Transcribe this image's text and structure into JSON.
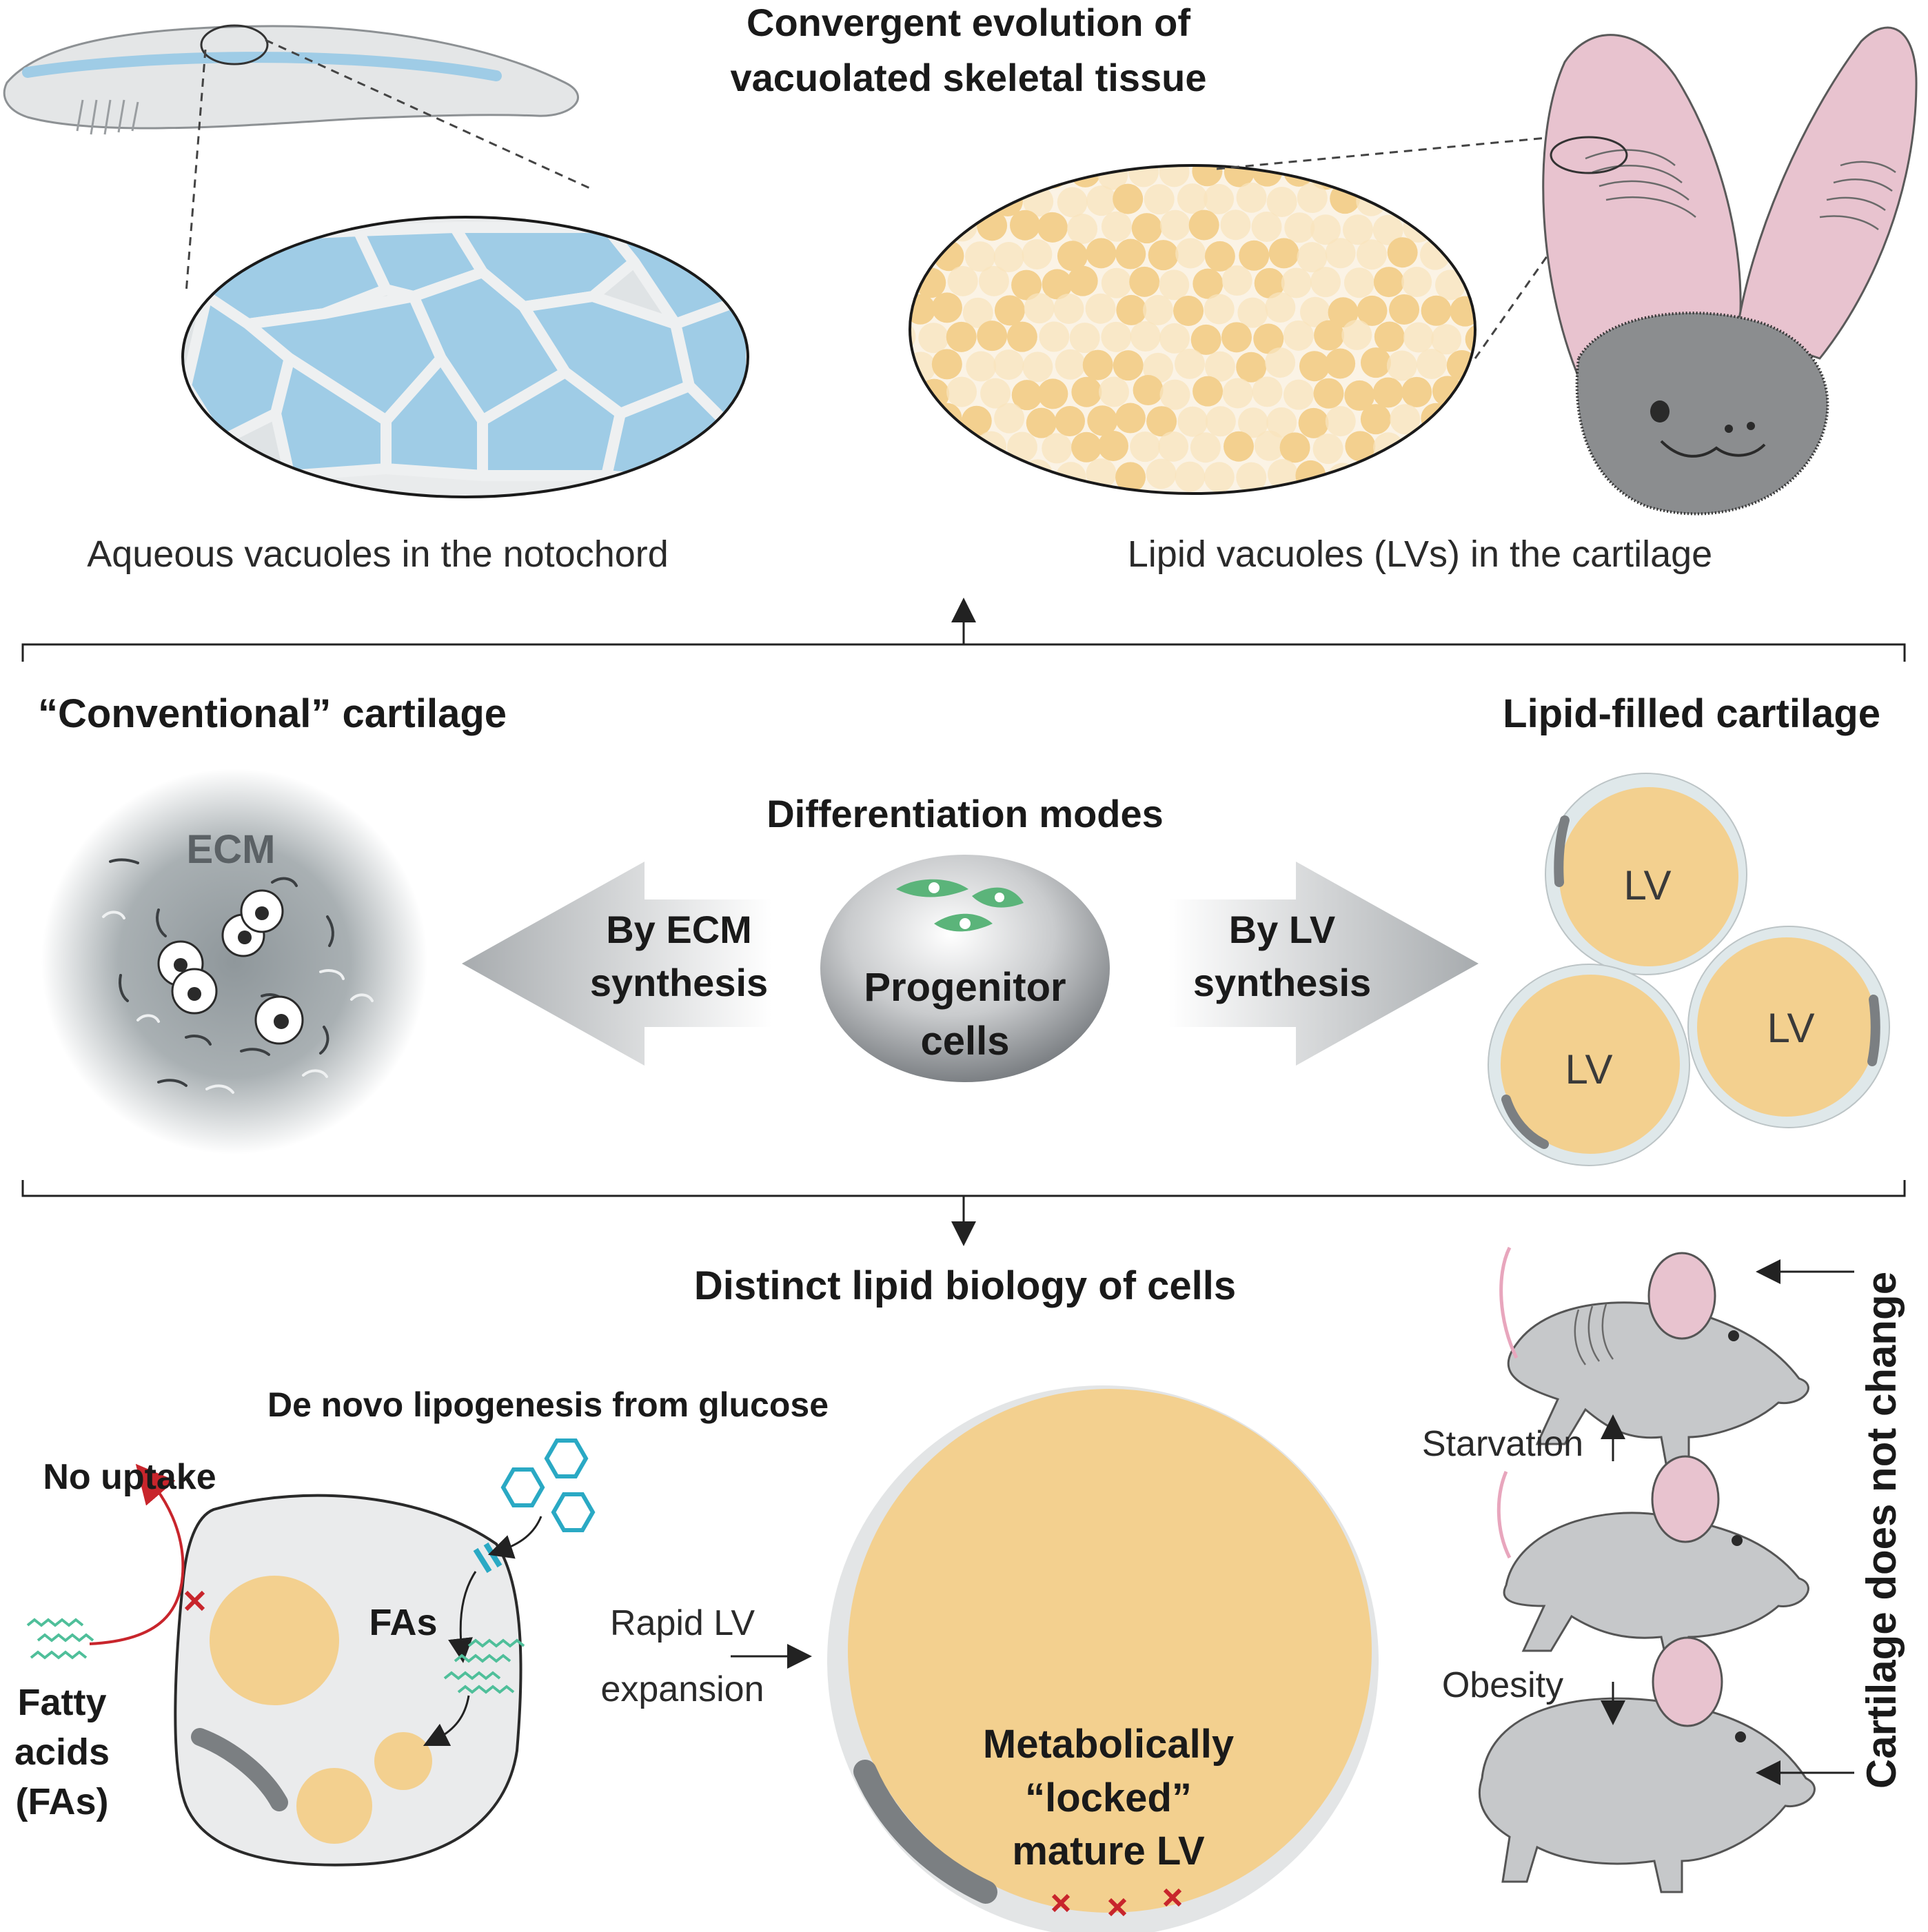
{
  "title": {
    "line1": "Convergent evolution of",
    "line2": "vacuolated skeletal tissue"
  },
  "top_panel": {
    "notochord_caption": "Aqueous vacuoles in the notochord",
    "cartilage_caption": "Lipid vacuoles (LVs) in the cartilage"
  },
  "middle_panel": {
    "left_heading": "“Conventional” cartilage",
    "right_heading": "Lipid-filled cartilage",
    "center_heading": "Differentiation modes",
    "ecm_label": "ECM",
    "left_arrow": {
      "line1": "By ECM",
      "line2": "synthesis"
    },
    "right_arrow": {
      "line1": "By LV",
      "line2": "synthesis"
    },
    "progenitor": {
      "line1": "Progenitor",
      "line2": "cells"
    },
    "lv_labels": [
      "LV",
      "LV",
      "LV"
    ]
  },
  "bottom_panel": {
    "heading": "Distinct lipid biology of cells",
    "lipogenesis_label": "De novo lipogenesis from glucose",
    "no_uptake": "No uptake",
    "fatty_acids": {
      "line1": "Fatty",
      "line2": "acids",
      "line3": "(FAs)"
    },
    "fas_label": "FAs",
    "rapid": {
      "line1": "Rapid LV",
      "line2": "expansion"
    },
    "mature": {
      "line1": "Metabolically",
      "line2": "“locked”",
      "line3": "mature LV"
    },
    "starvation": "Starvation",
    "obesity": "Obesity",
    "cartilage_note": "Cartilage does not change"
  },
  "colors": {
    "aqueous_blue": "#9fcce6",
    "lipid_orange": "#f3d08f",
    "lipid_light": "#f8e4bd",
    "membrane_gray": "#e2e4e5",
    "bat_ear_pink": "#e8c3cf",
    "mouse_gray": "#c6c8ca",
    "progenitor_green": "#5bb47a",
    "glucose_teal": "#2aa9c4",
    "block_red": "#c8252c"
  }
}
